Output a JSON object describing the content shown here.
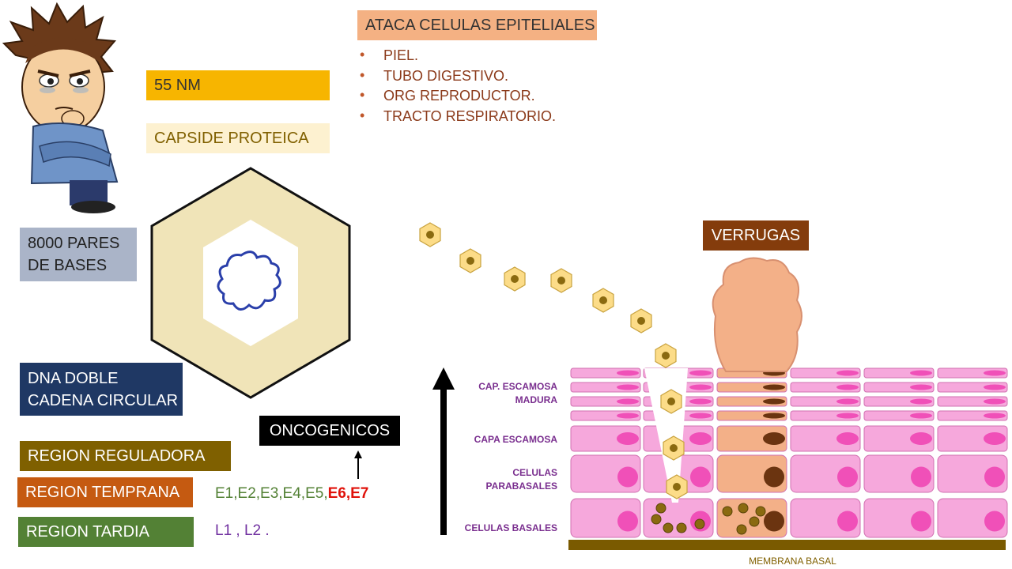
{
  "specs": {
    "size": "55 NM",
    "capsid": "CAPSIDE PROTEICA",
    "genome_size": [
      "8000 PARES",
      "DE BASES"
    ],
    "dna_type": [
      "DNA DOBLE",
      "CADENA CIRCULAR"
    ]
  },
  "target": {
    "title": "ATACA CELULAS EPITELIALES",
    "tissues": [
      "PIEL.",
      "TUBO DIGESTIVO.",
      "ORG REPRODUCTOR.",
      "TRACTO RESPIRATORIO."
    ]
  },
  "genome_regions": {
    "regulatory": "REGION REGULADORA",
    "early": "REGION TEMPRANA",
    "late": "REGION TARDIA",
    "early_genes": "E1,E2,E3,E4,E5,",
    "oncogenic_genes": "E6,E7",
    "late_genes": "L1 , L2 ."
  },
  "oncogenic_label": "ONCOGENICOS",
  "warts_label": "VERRUGAS",
  "epithelium": {
    "layers": {
      "mature_squamous": [
        "CAP. ESCAMOSA",
        "MADURA"
      ],
      "squamous": "CAPA ESCAMOSA",
      "parabasal": [
        "CELULAS",
        "PARABASALES"
      ],
      "basal": "CELULAS BASALES"
    },
    "membrane": "MEMBRANA BASAL"
  },
  "colors": {
    "size_box": "#f7b500",
    "capsid_box": "#fdf1d0",
    "genome_box": "#aab4c8",
    "dna_box": "#1f3864",
    "regulatory_box": "#7f6000",
    "early_box": "#c55a11",
    "late_box": "#538135",
    "target_box": "#f4b183",
    "warts_box": "#843c0c",
    "oncogenic_box": "#000000",
    "cell_pink": "#f6a8dc",
    "cell_infected": "#f3b088",
    "nucleus_pink": "#f050b8",
    "nucleus_infected": "#6b3410",
    "membrane_band": "#7a5a00",
    "capsid_fill": "#f0e4b8",
    "virion_fill": "#fcdc88"
  }
}
